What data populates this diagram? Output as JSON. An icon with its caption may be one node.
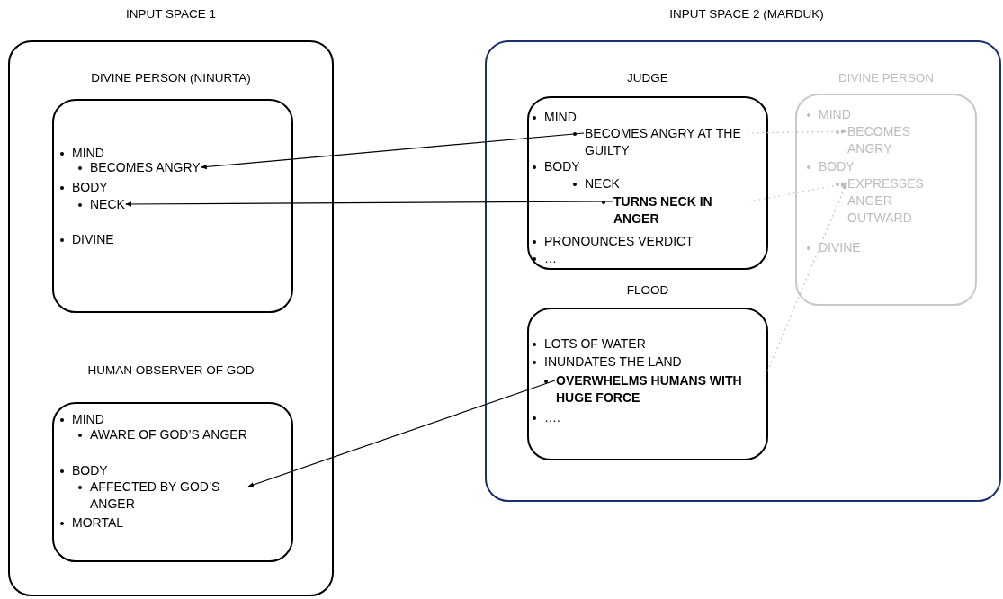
{
  "diagram": {
    "nodes": [
      {
        "text": [
          "INPUT SPACE 1"
        ]
      },
      {
        "text": [
          "DIVINE PERSON (NINURTA)",
          "MIND",
          "BODY",
          "DIVINE"
        ],
        "in": 0
      },
      {
        "text": [
          "BECOMES ANGRY"
        ],
        "in": 1
      },
      {
        "text": [
          "NECK"
        ],
        "in": 1
      },
      {
        "text": [
          "HUMAN OBSERVER OF GOD",
          "MIND",
          "AWARE OF GOD’S ANGER",
          "BODY",
          "MORTAL"
        ],
        "in": 0
      },
      {
        "text": [
          "AFFECTED BY GOD’S ANGER"
        ],
        "in": 4
      },
      {
        "text": [
          "INPUT SPACE 2 (MARDUK)"
        ]
      },
      {
        "text": [
          "JUDGE",
          "MIND",
          "BODY",
          "NECK",
          "PRONOUNCES VERDICT",
          "…"
        ],
        "in": 6
      },
      {
        "text": [
          "BECOMES ANGRY AT THE GUILTY"
        ],
        "in": 7
      },
      {
        "text": [
          "TURNS NECK IN ANGER"
        ],
        "in": 7
      },
      {
        "text": [
          "DIVINE PERSON",
          "MIND",
          "BODY",
          "DIVINE"
        ],
        "in": 6
      },
      {
        "text": [
          "BECOMES ANGRY"
        ],
        "in": 10
      },
      {
        "text": [
          "EXPRESSES ANGER OUTWARD"
        ],
        "in": 10
      },
      {
        "text": [
          "FLOOD",
          "LOTS OF WATER",
          "INUNDATES THE LAND",
          "…."
        ],
        "in": 6
      },
      {
        "text": [
          "OVERWHELMS HUMANS WITH HUGE FORCE"
        ],
        "in": 13
      }
    ],
    "edges": [
      {
        "from": 8,
        "to": 2,
        "arrow": "to"
      },
      {
        "from": 9,
        "to": 3,
        "arrow": "to"
      },
      {
        "from": 14,
        "to": 5,
        "arrow": "to"
      },
      {
        "from": 8,
        "to": 11,
        "arrow": "to",
        "style": "dashed",
        "color": "#b5b5b5"
      },
      {
        "from": 9,
        "to": 12,
        "arrow": "to",
        "style": "dashed",
        "color": "#b5b5b5"
      },
      {
        "from": 14,
        "to": 12,
        "arrow": "to",
        "style": "dashed",
        "color": "#b5b5b5"
      }
    ]
  }
}
